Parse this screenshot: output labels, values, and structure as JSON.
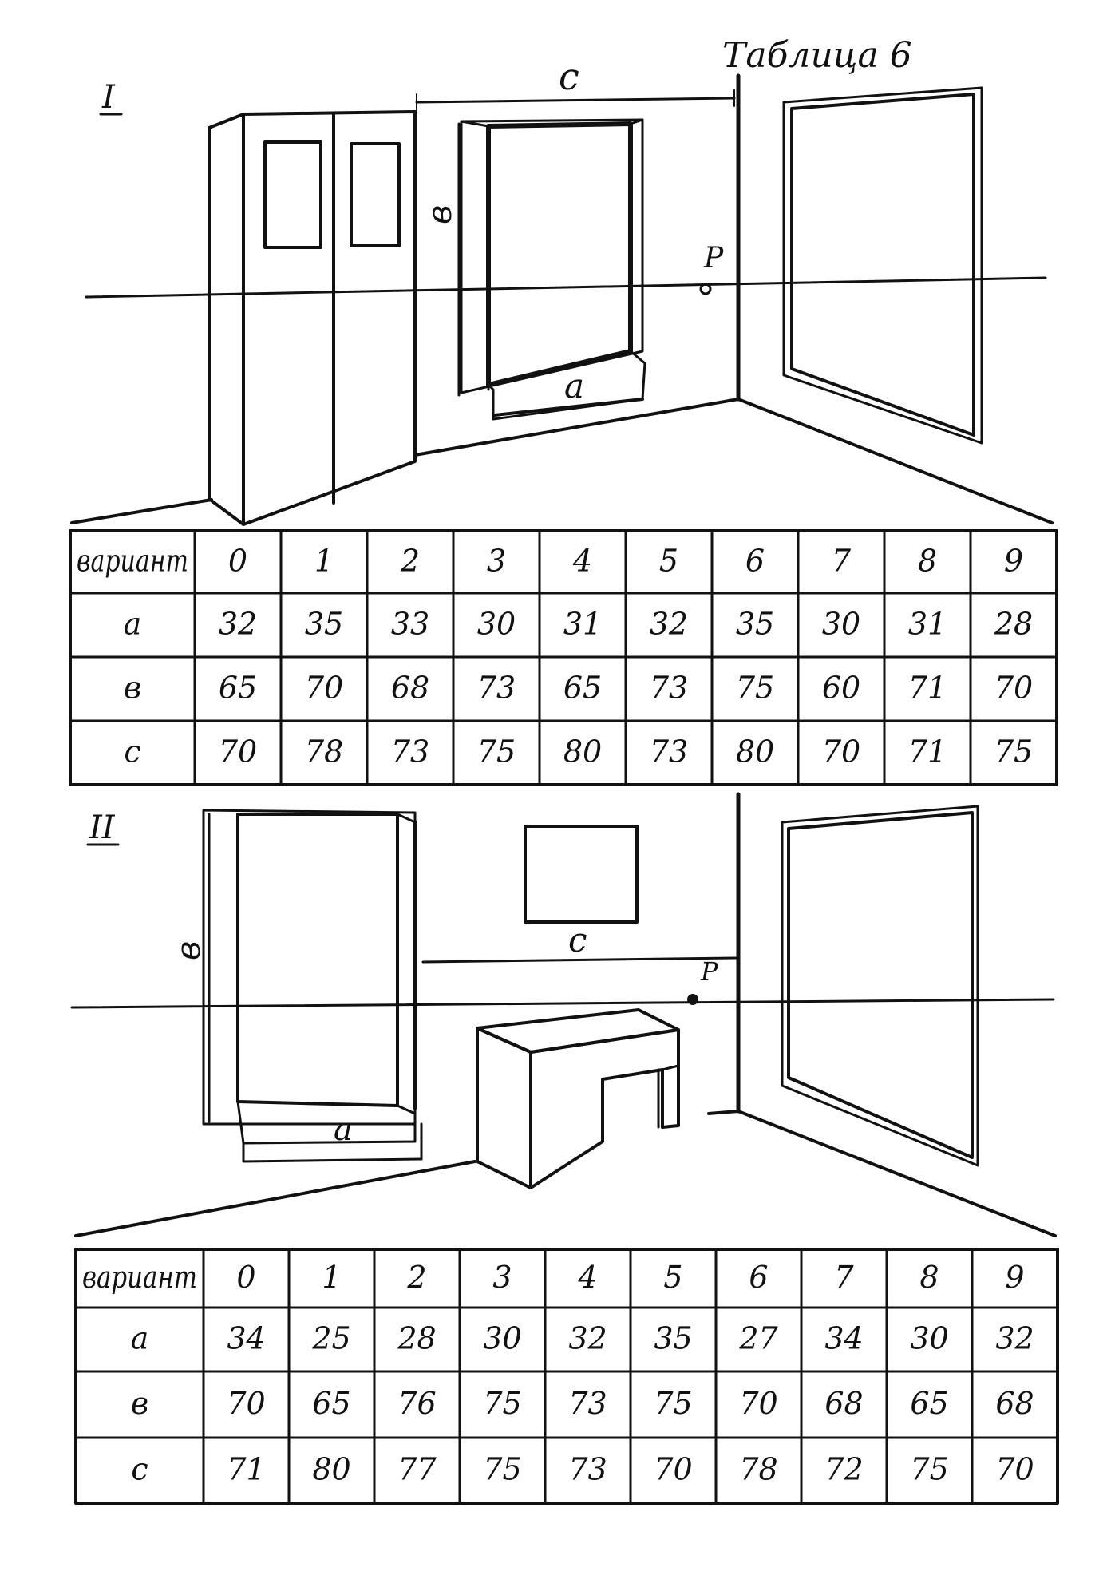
{
  "title": "Таблица 6",
  "panels": [
    {
      "numeral": "I",
      "labels": {
        "a": "a",
        "b": "в",
        "c": "c",
        "p": "P"
      },
      "table": {
        "header": [
          "вариант",
          "0",
          "1",
          "2",
          "3",
          "4",
          "5",
          "6",
          "7",
          "8",
          "9"
        ],
        "rows": [
          {
            "label": "a",
            "values": [
              "32",
              "35",
              "33",
              "30",
              "31",
              "32",
              "35",
              "30",
              "31",
              "28"
            ]
          },
          {
            "label": "в",
            "values": [
              "65",
              "70",
              "68",
              "73",
              "65",
              "73",
              "75",
              "60",
              "71",
              "70"
            ]
          },
          {
            "label": "c",
            "values": [
              "70",
              "78",
              "73",
              "75",
              "80",
              "73",
              "80",
              "70",
              "71",
              "75"
            ]
          }
        ]
      }
    },
    {
      "numeral": "II",
      "labels": {
        "a": "a",
        "b": "в",
        "c": "c",
        "p": "P"
      },
      "table": {
        "header": [
          "вариант",
          "0",
          "1",
          "2",
          "3",
          "4",
          "5",
          "6",
          "7",
          "8",
          "9"
        ],
        "rows": [
          {
            "label": "a",
            "values": [
              "34",
              "25",
              "28",
              "30",
              "32",
              "35",
              "27",
              "34",
              "30",
              "32"
            ]
          },
          {
            "label": "в",
            "values": [
              "70",
              "65",
              "76",
              "75",
              "73",
              "75",
              "70",
              "68",
              "65",
              "68"
            ]
          },
          {
            "label": "c",
            "values": [
              "71",
              "80",
              "77",
              "75",
              "73",
              "70",
              "78",
              "72",
              "75",
              "70"
            ]
          }
        ]
      }
    }
  ]
}
